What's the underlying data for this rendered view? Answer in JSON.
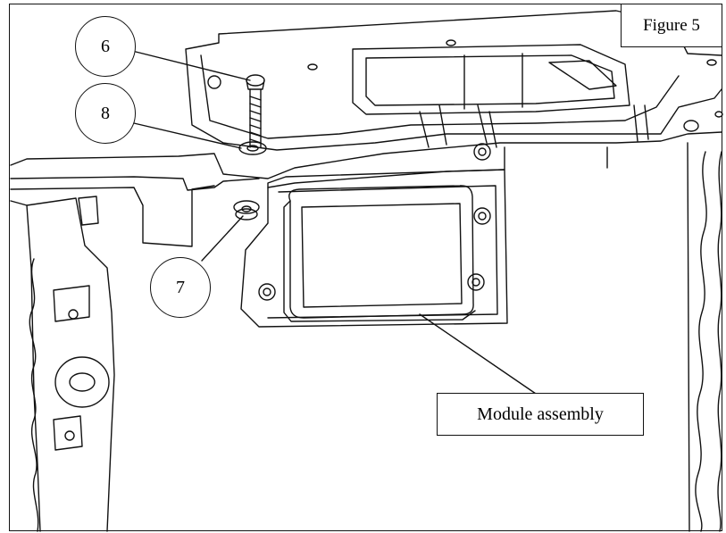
{
  "figure_label": "Figure 5",
  "callouts": {
    "screw": "6",
    "washer": "8",
    "nut": "7"
  },
  "module_label": "Module assembly"
}
